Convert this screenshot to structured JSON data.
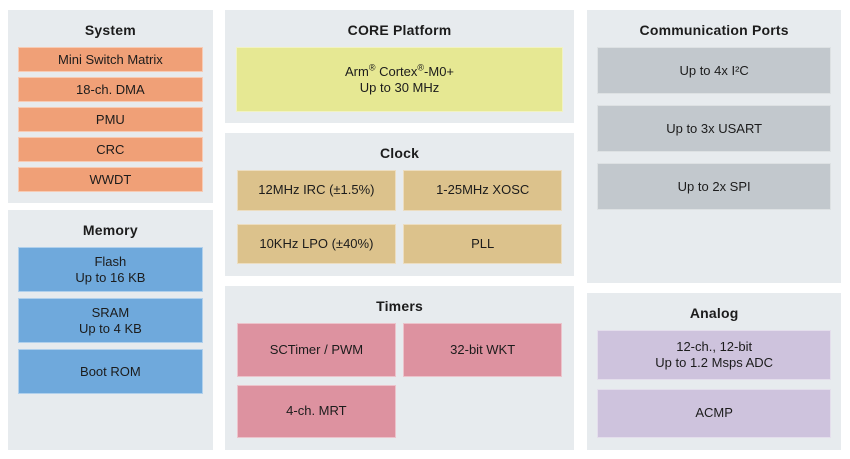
{
  "panels": {
    "system": {
      "title": "System",
      "blocks": [
        "Mini Switch Matrix",
        "18-ch. DMA",
        "PMU",
        "CRC",
        "WWDT"
      ]
    },
    "memory": {
      "title": "Memory",
      "blocks": [
        "Flash\nUp to 16 KB",
        "SRAM\nUp to 4 KB",
        "Boot ROM"
      ]
    },
    "core": {
      "title": "CORE Platform",
      "cpu_brand": "Arm",
      "reg_mark": "®",
      "cpu_family": " Cortex",
      "cpu_model": "-M0+",
      "cpu_speed": "Up to 30 MHz"
    },
    "clock": {
      "title": "Clock",
      "blocks": [
        "12MHz IRC (±1.5%)",
        "1-25MHz XOSC",
        "10KHz LPO (±40%)",
        "PLL"
      ]
    },
    "timers": {
      "title": "Timers",
      "blocks": [
        "SCTimer / PWM",
        "32-bit WKT",
        "4-ch. MRT"
      ]
    },
    "comm": {
      "title": "Communication Ports",
      "blocks": [
        "Up to 4x I²C",
        "Up to 3x USART",
        "Up to 2x SPI"
      ]
    },
    "analog": {
      "title": "Analog",
      "blocks": [
        "12-ch., 12-bit\nUp to 1.2 Msps ADC",
        "ACMP"
      ]
    }
  },
  "colors": {
    "panel_background": "#e7ebee",
    "system_blocks": "#f0a077",
    "memory_blocks": "#6fa9dc",
    "core_block": "#e6e893",
    "clock_blocks": "#dcc28c",
    "timer_blocks": "#dd92a0",
    "comm_blocks": "#c2c8cd",
    "analog_blocks": "#cec3dd",
    "text": "#1c1c1c"
  }
}
